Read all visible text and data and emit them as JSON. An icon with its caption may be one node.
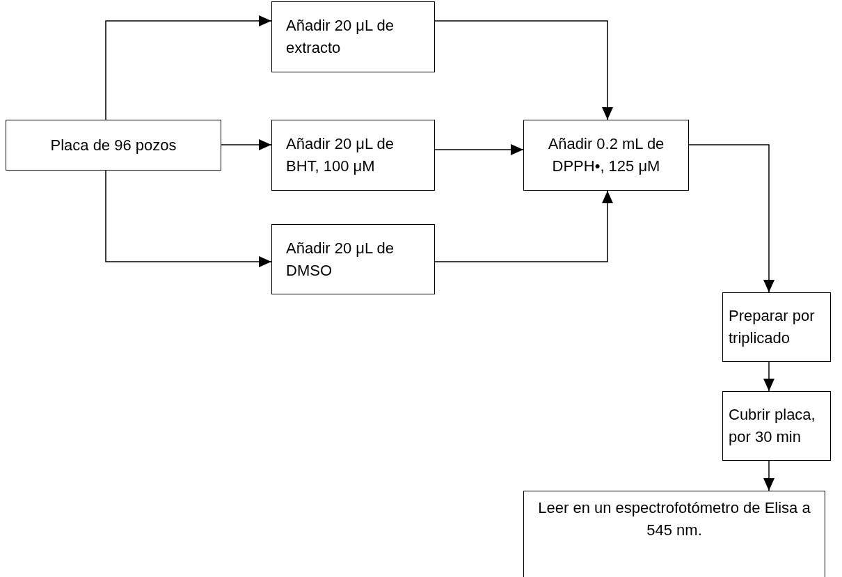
{
  "diagram": {
    "nodes": [
      {
        "text": [
          "Placa de 96 pozos"
        ]
      },
      {
        "text": [
          "Añadir 20 μL de extracto"
        ]
      },
      {
        "text": [
          "Añadir 20 μL de BHT, 100 μM"
        ]
      },
      {
        "text": [
          "Añadir 20 μL de DMSO"
        ]
      },
      {
        "text": [
          "Añadir 0.2 mL de DPPH•, 125 μM"
        ]
      },
      {
        "text": [
          "Preparar por triplicado"
        ]
      },
      {
        "text": [
          "Cubrir placa, por 30 min"
        ]
      },
      {
        "text": [
          "Leer en un espectrofotómetro de Elisa a 545 nm."
        ]
      }
    ],
    "edges": [
      {
        "from": 0,
        "to": 1,
        "arrow": "to"
      },
      {
        "from": 0,
        "to": 2,
        "arrow": "to"
      },
      {
        "from": 0,
        "to": 3,
        "arrow": "to"
      },
      {
        "from": 1,
        "to": 4,
        "arrow": "to"
      },
      {
        "from": 2,
        "to": 4,
        "arrow": "to"
      },
      {
        "from": 3,
        "to": 4,
        "arrow": "to"
      },
      {
        "from": 4,
        "to": 5,
        "arrow": "to"
      },
      {
        "from": 5,
        "to": 6,
        "arrow": "to"
      },
      {
        "from": 6,
        "to": 7,
        "arrow": "to"
      }
    ]
  }
}
